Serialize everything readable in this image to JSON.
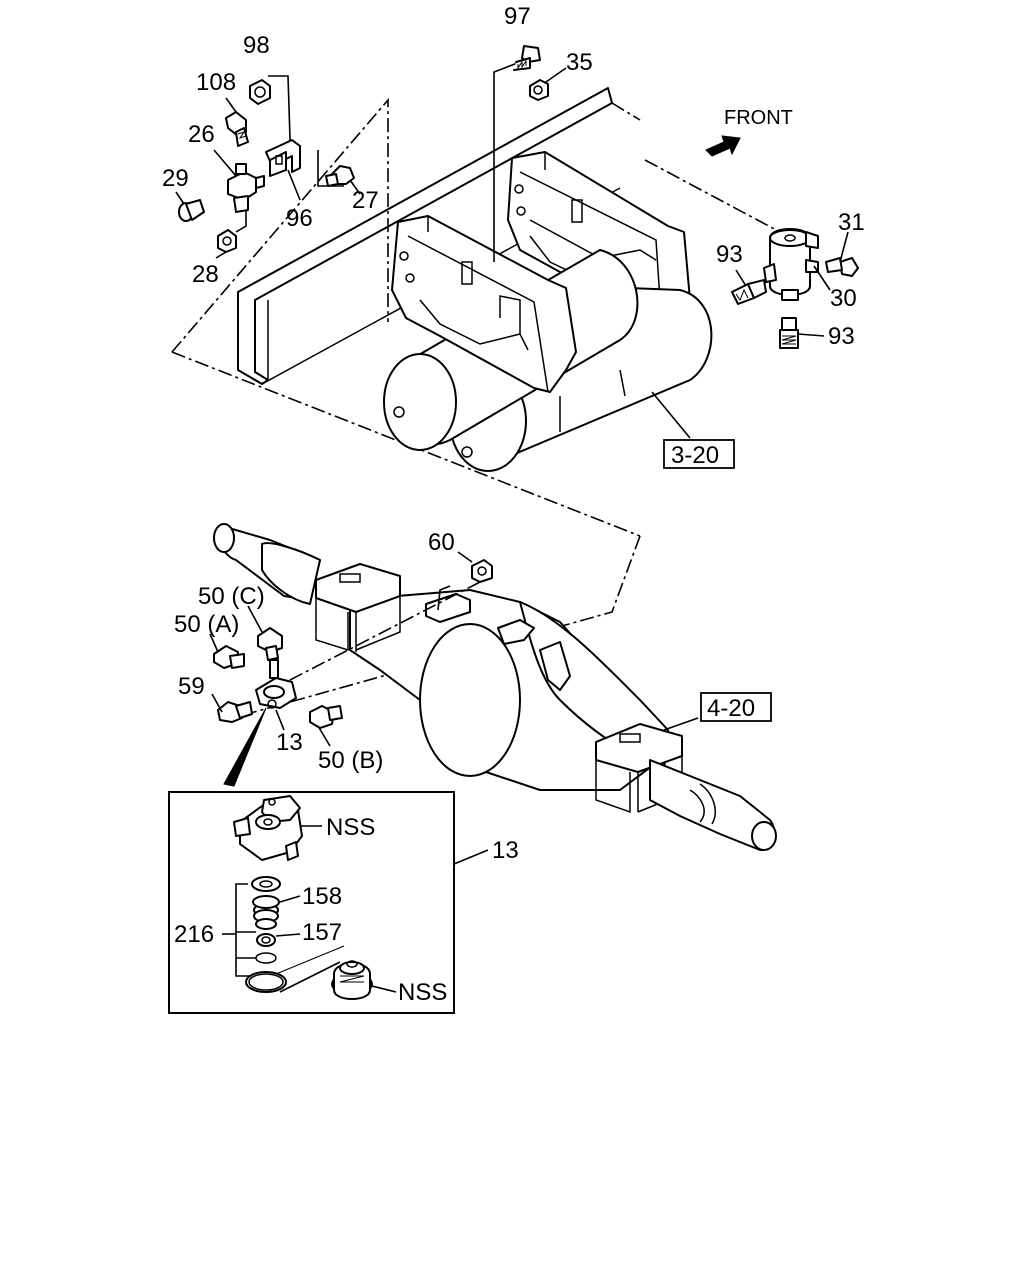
{
  "front_label": "FRONT",
  "labels": {
    "p97": "97",
    "p98": "98",
    "p35": "35",
    "p108": "108",
    "p26": "26",
    "p29": "29",
    "p27": "27",
    "p96": "96",
    "p28": "28",
    "p31": "31",
    "p93a": "93",
    "p30": "30",
    "p93b": "93",
    "p60": "60",
    "p50c": "50 (C)",
    "p50a": "50 (A)",
    "p59": "59",
    "p13": "13",
    "p50b": "50 (B)",
    "p13b": "13",
    "nss1": "NSS",
    "p158": "158",
    "p216": "216",
    "p157": "157",
    "nss2": "NSS"
  },
  "refs": {
    "ref_3_20": "3-20",
    "ref_4_20": "4-20"
  }
}
